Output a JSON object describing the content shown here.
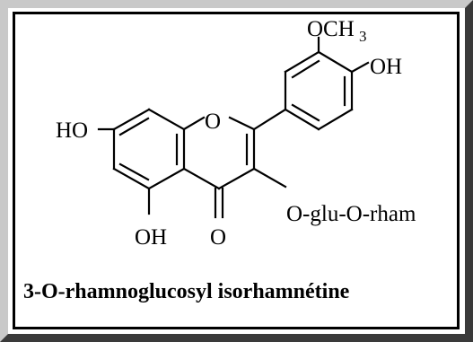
{
  "structure": {
    "labels": {
      "ring_o": "O",
      "carbonyl_o": "O",
      "ho_left": "HO",
      "oh_bottom": "OH",
      "och3_main": "OCH",
      "och3_sub": "3",
      "oh_right": "OH",
      "glycoside": "O-glu-O-rham"
    }
  },
  "caption": "3-O-rhamnoglucosyl isorhamnétine"
}
